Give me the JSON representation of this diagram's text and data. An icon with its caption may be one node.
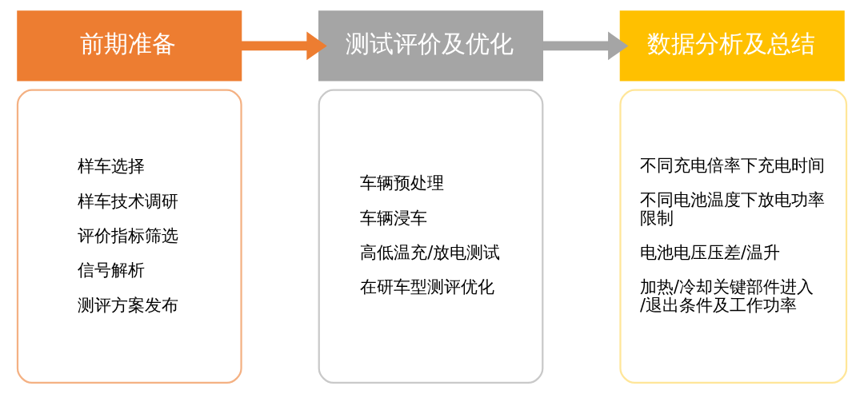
{
  "diagram": {
    "nodes": [
      {
        "text": [
          "前期准备"
        ]
      },
      {
        "text": [
          "样车选择",
          "样车技术调研",
          "评价指标筛选",
          "信号解析",
          "测评方案发布"
        ]
      },
      {
        "text": [
          "测试评价及优化"
        ]
      },
      {
        "text": [
          "车辆预处理",
          "车辆浸车",
          "高低温充/放电测试",
          "在研车型测评优化"
        ]
      },
      {
        "text": [
          "数据分析及总结"
        ]
      },
      {
        "text": [
          "不同充电倍率下充电时间",
          "不同电池温度下放电功率限制",
          "电池电压压差/温升",
          "加热/冷却关键部件进入/退出条件及工作功率"
        ]
      }
    ],
    "edges": [
      {
        "from": 0,
        "to": 2,
        "arrow": "to",
        "color": "#ed7d31"
      },
      {
        "from": 2,
        "to": 4,
        "arrow": "to",
        "color": "#a5a5a5"
      }
    ]
  }
}
